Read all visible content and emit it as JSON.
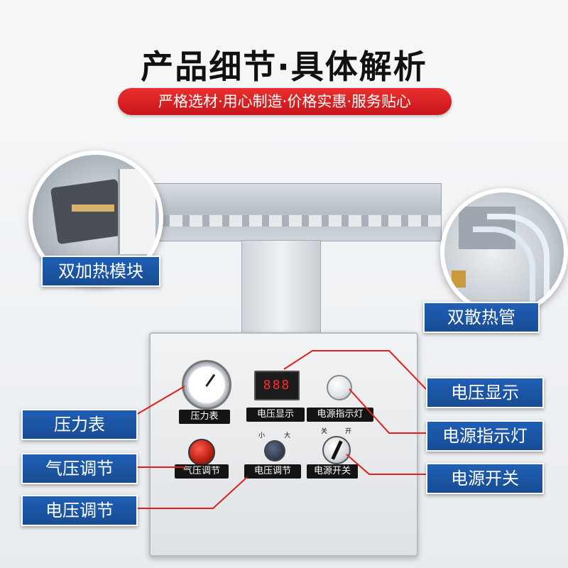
{
  "header": {
    "title": "产品细节·具体解析",
    "subtitle": "严格选材·用心制造·价格实惠·服务贴心"
  },
  "callouts": {
    "dual_heating_module": "双加热模块",
    "dual_heat_pipes": "双散热管",
    "pressure_gauge": "压力表",
    "air_pressure_adjust": "气压调节",
    "voltage_adjust": "电压调节",
    "voltage_display": "电压显示",
    "power_indicator": "电源指示灯",
    "power_switch": "电源开关"
  },
  "panel_labels": {
    "pressure_gauge": "压力表",
    "voltage_display": "电压显示",
    "power_indicator": "电源指示灯",
    "air_pressure_adjust": "气压调节",
    "voltage_adjust": "电压调节",
    "power_switch": "电源开关"
  },
  "panel_scale": {
    "knob_low": "小",
    "knob_high": "大",
    "switch_off": "关",
    "switch_on": "开"
  },
  "voltmeter": {
    "reading": "888"
  },
  "colors": {
    "title_pill": "#d8201f",
    "callout": "#1f5fb5",
    "leader_line": "#e0201c"
  }
}
